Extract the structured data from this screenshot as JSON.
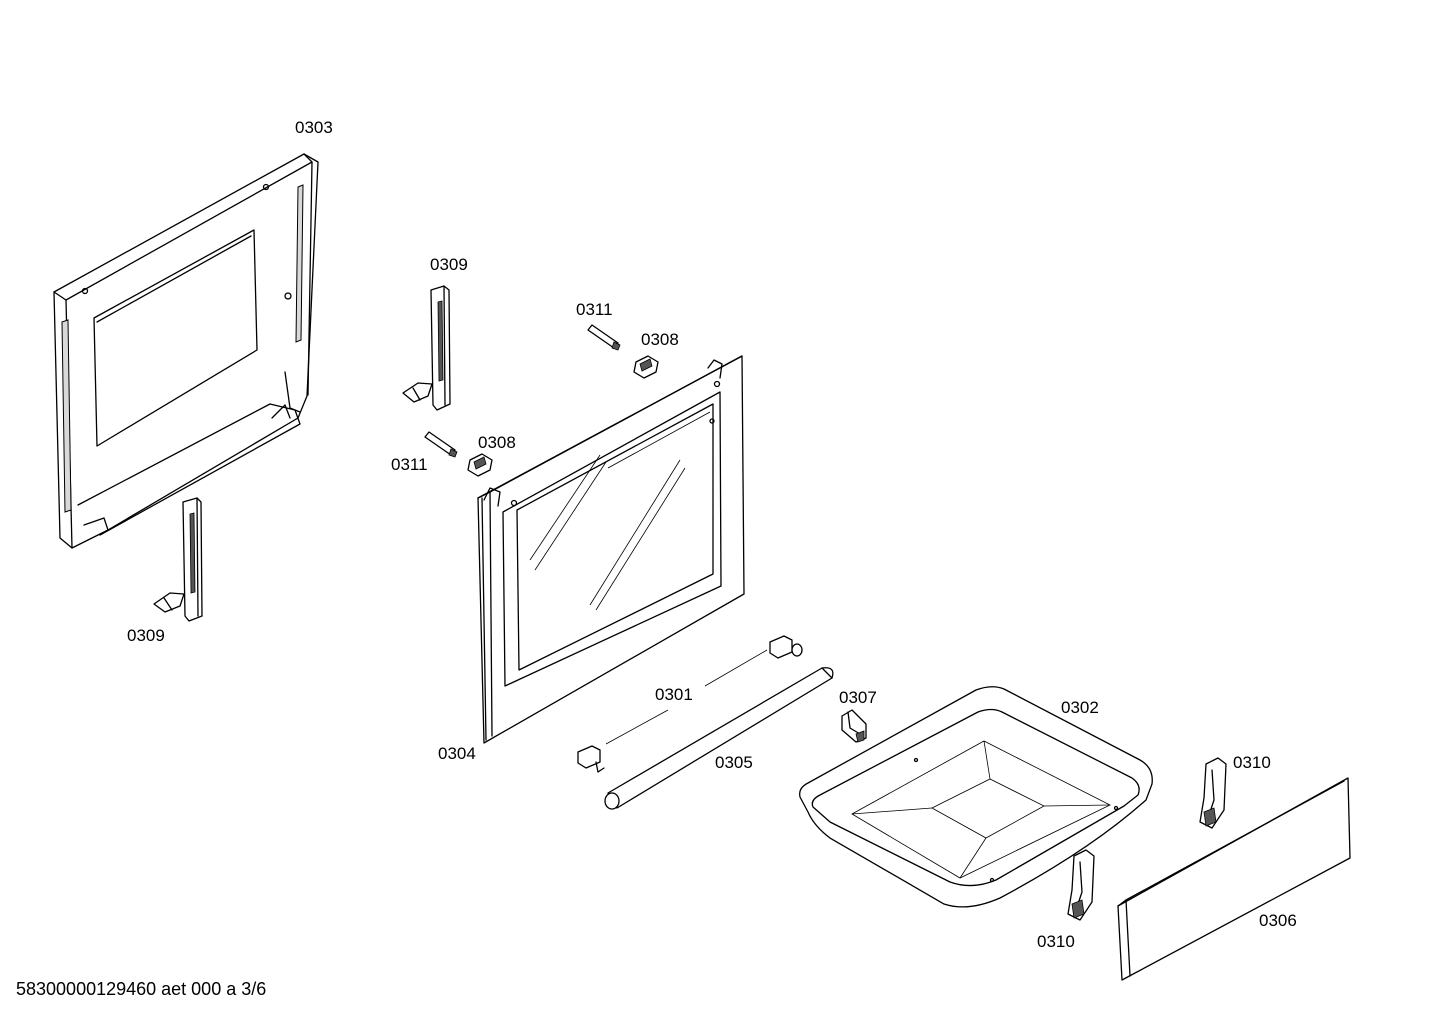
{
  "labels": {
    "p0303": "0303",
    "p0309_top": "0309",
    "p0309_bottom": "0309",
    "p0311_top": "0311",
    "p0311_bottom": "0311",
    "p0308_top": "0308",
    "p0308_bottom": "0308",
    "p0301": "0301",
    "p0304": "0304",
    "p0305": "0305",
    "p0307": "0307",
    "p0302": "0302",
    "p0310_top": "0310",
    "p0310_bottom": "0310",
    "p0306": "0306"
  },
  "footer": "58300000129460 aet 000 a 3/6"
}
